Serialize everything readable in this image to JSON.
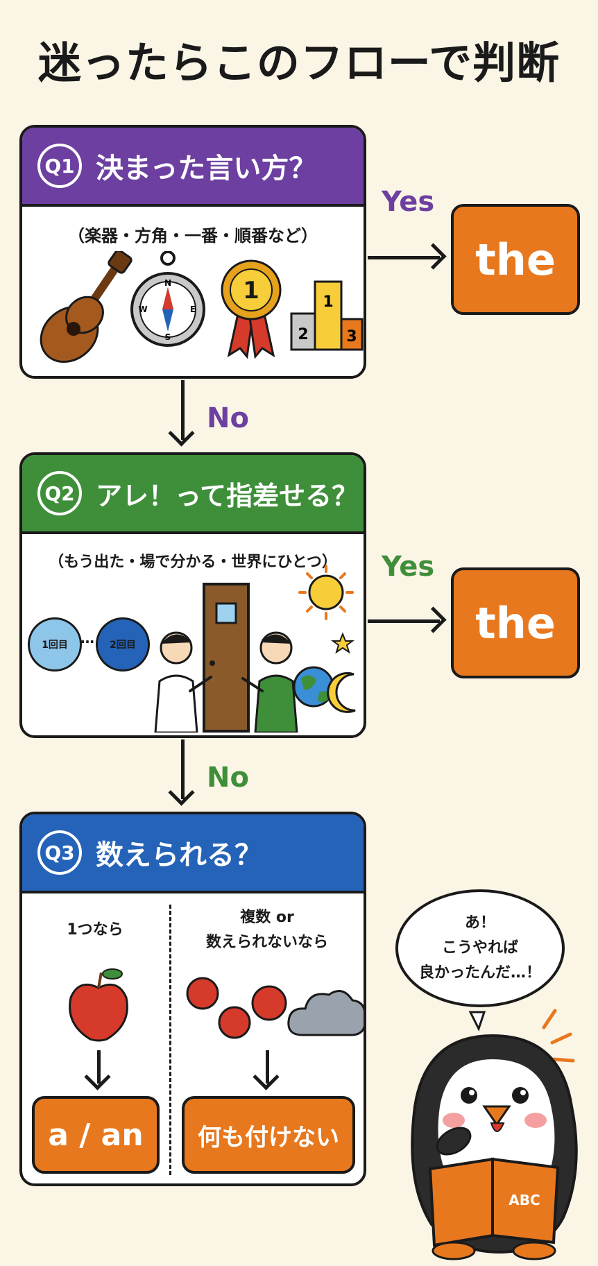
{
  "title": "迷ったらこのフローで判断",
  "colors": {
    "background": "#fbf5e6",
    "q1": "#6c3fa0",
    "q2": "#3f8f3a",
    "q3": "#2563b8",
    "answer": "#e8781e",
    "yes_q1": "#6c3fa0",
    "yes_q2": "#3f8f3a"
  },
  "q1": {
    "badge": "Q1",
    "title": "決まった言い方？",
    "subtitle": "（楽器・方角・一番・順番など）",
    "icons": [
      "guitar-icon",
      "compass-icon",
      "medal-icon",
      "podium-icon"
    ],
    "medal_number": "1",
    "podium": [
      "2",
      "1",
      "3"
    ],
    "compass": {
      "n": "N",
      "s": "S",
      "e": "E",
      "w": "W"
    },
    "yes": "Yes",
    "answer": "the",
    "no": "No"
  },
  "q2": {
    "badge": "Q2",
    "title": "アレ！って指差せる？",
    "subtitle": "（もう出た・場で分かる・世界にひとつ）",
    "bubble1": "1回目",
    "ellipsis": "…",
    "bubble2": "2回目",
    "icons": [
      "speech-bubble-icon",
      "people-pointing-icon",
      "door-icon",
      "sun-icon",
      "globe-icon",
      "moon-icon"
    ],
    "yes": "Yes",
    "answer": "the",
    "no": "No"
  },
  "q3": {
    "badge": "Q3",
    "title": "数えられる？",
    "left_label": "1つなら",
    "right_label_1": "複数 or",
    "right_label_2": "数えられないなら",
    "left_answer": "a / an",
    "right_answer": "何も付けない",
    "icons": [
      "apple-icon",
      "apples-icon",
      "cloud-icon"
    ]
  },
  "penguin": {
    "speech_1": "あ！",
    "speech_2": "こうやれば",
    "speech_3": "良かったんだ…！",
    "book": "ABC"
  }
}
